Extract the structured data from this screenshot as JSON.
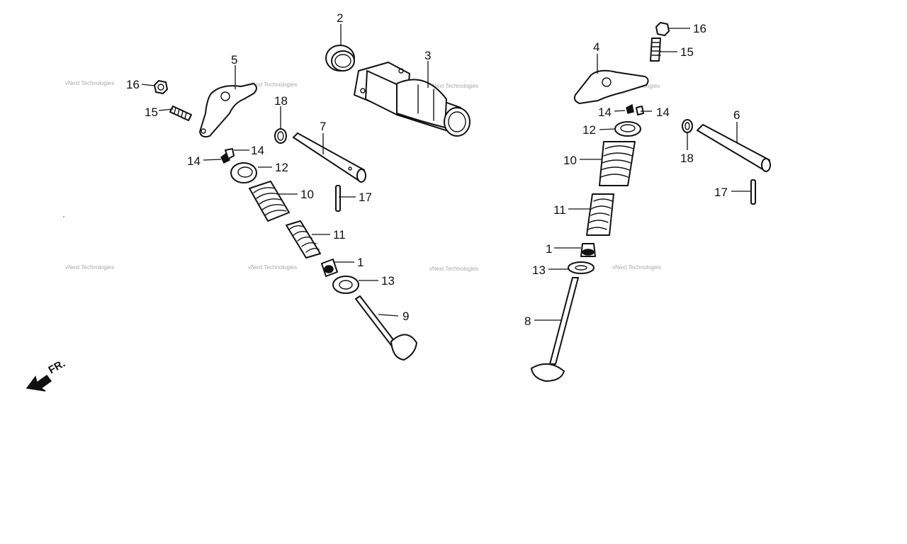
{
  "watermark_text": "vNext Technologies",
  "front_marker": "FR.",
  "callouts": {
    "c2": "2",
    "c3": "3",
    "c5": "5",
    "c16a": "16",
    "c15a": "15",
    "c18a": "18",
    "c7": "7",
    "c14a": "14",
    "c14b": "14",
    "c12a": "12",
    "c10a": "10",
    "c17a": "17",
    "c11a": "11",
    "c1a": "1",
    "c13a": "13",
    "c9": "9",
    "c4": "4",
    "c16b": "16",
    "c15b": "15",
    "c14c": "14",
    "c14d": "14",
    "c12b": "12",
    "c10b": "10",
    "c18b": "18",
    "c6": "6",
    "c17b": "17",
    "c11b": "11",
    "c1b": "1",
    "c13b": "13",
    "c8": "8"
  }
}
